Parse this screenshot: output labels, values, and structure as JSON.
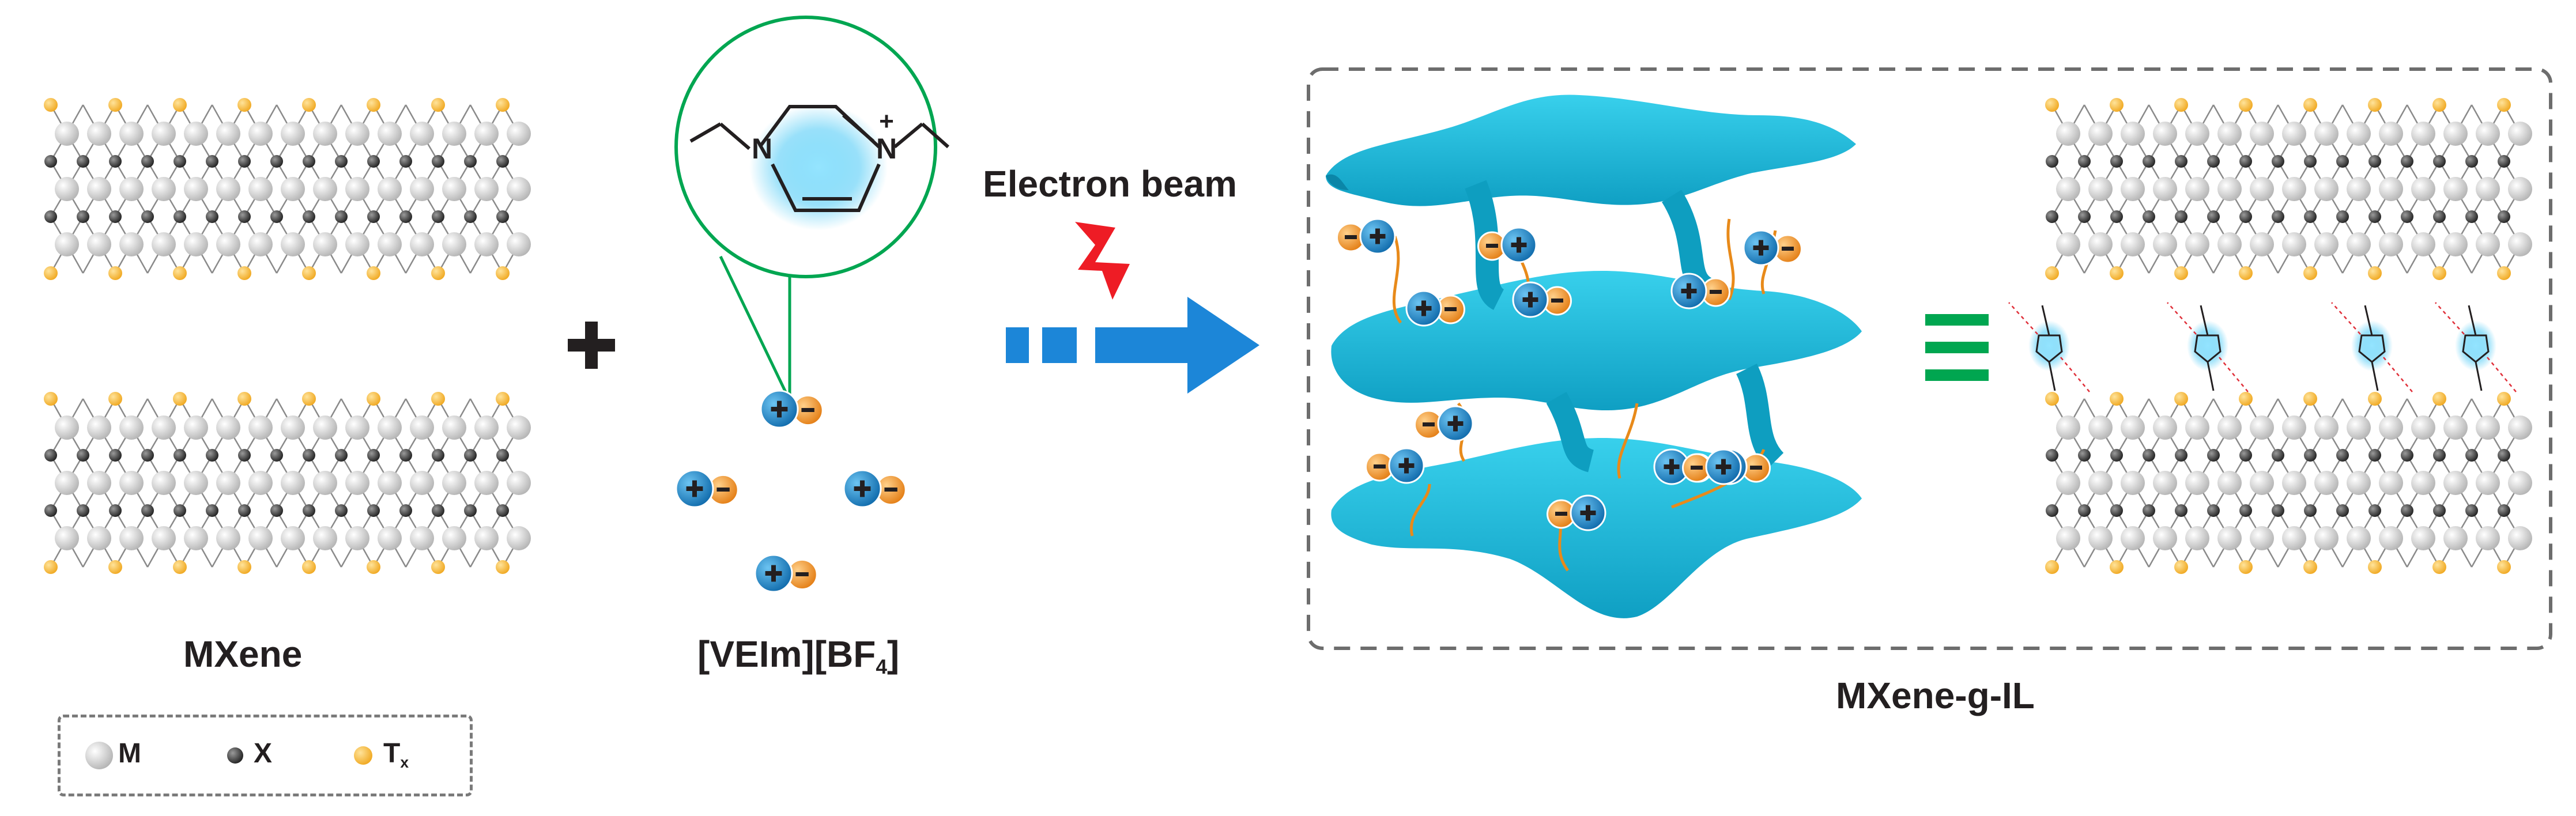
{
  "labels": {
    "mxene": "MXene",
    "ionic_liquid_prefix": "[VEIm][BF",
    "ionic_liquid_sub": "4",
    "ionic_liquid_suffix": "]",
    "electron_beam": "Electron beam",
    "product": "MXene-g-IL"
  },
  "legend": {
    "m_label": "M",
    "x_label": "X",
    "t_label": "T",
    "t_sub": "x"
  },
  "molecule": {
    "n1": "N",
    "n2": "N",
    "charge": "+"
  },
  "colors": {
    "m_atom": "#c8c8c8",
    "x_atom": "#3a3a3a",
    "t_atom": "#f5b93a",
    "cation": "#1e7fc4",
    "anion": "#f08c1e",
    "network": "#1ab6d6",
    "arrow": "#1c86d8",
    "bolt": "#ee1c25",
    "equals": "#00a650",
    "ring_circle": "#00a651"
  },
  "icons": {
    "plus": "plus-sign-icon",
    "arrow": "right-arrow-icon",
    "bolt": "lightning-bolt-icon",
    "equals": "equals-sign-icon"
  }
}
